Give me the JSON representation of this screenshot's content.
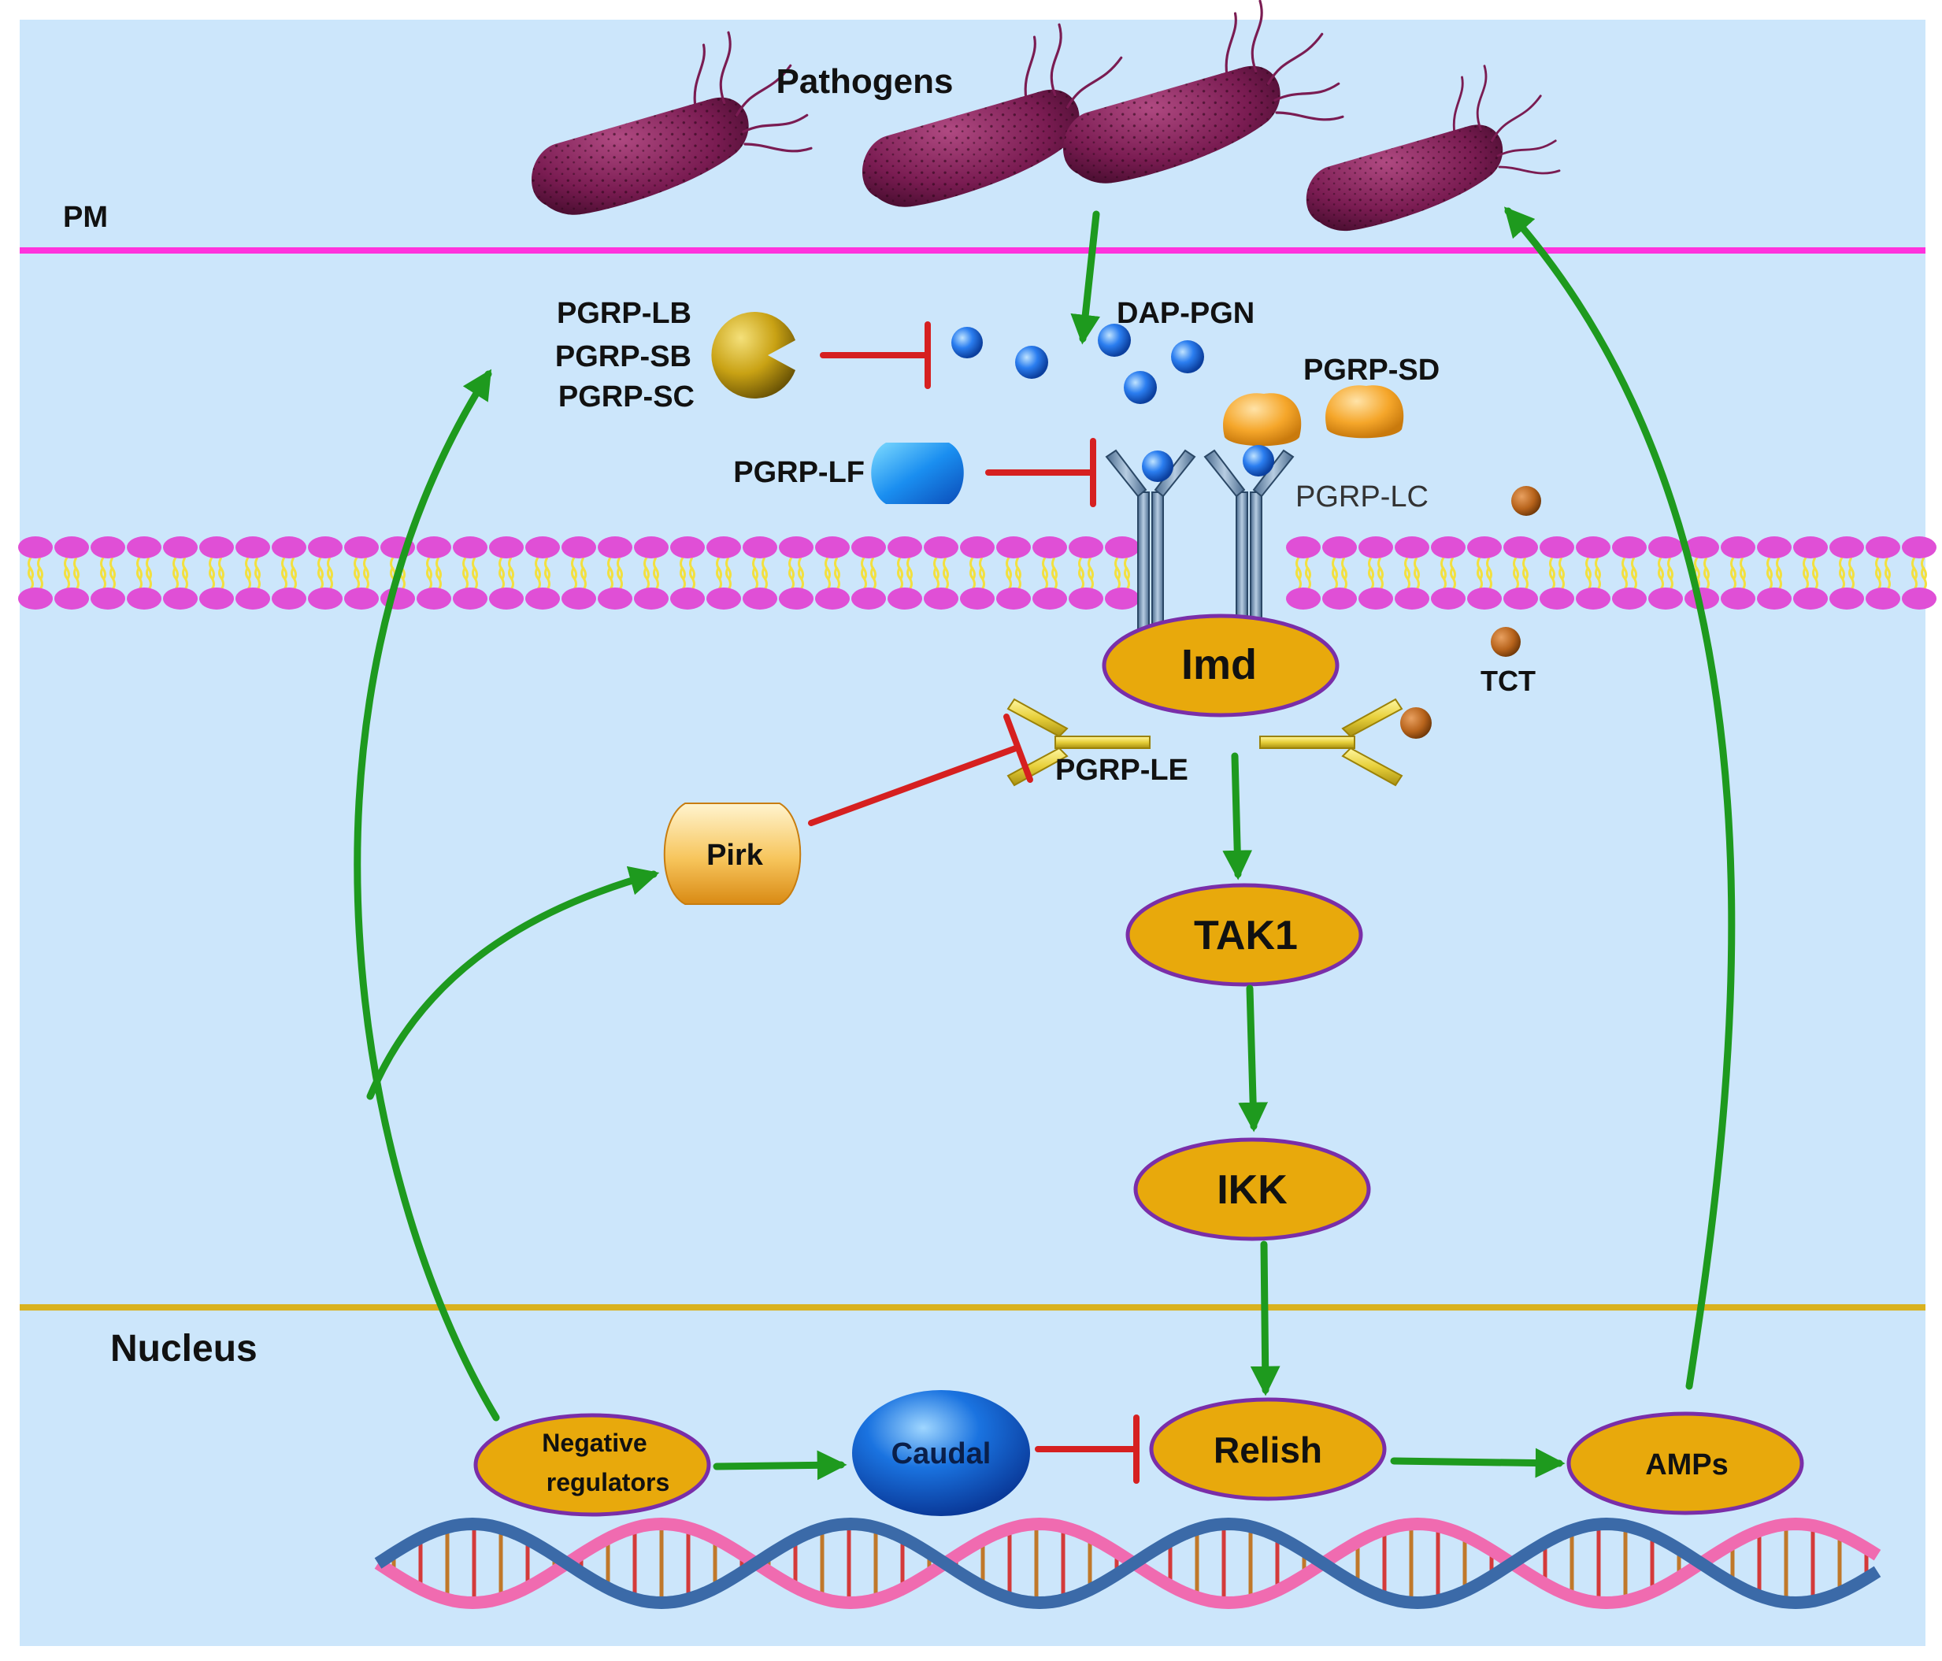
{
  "labels": {
    "pathogens": "Pathogens",
    "pm": "PM",
    "pgrp_lb": "PGRP-LB",
    "pgrp_sb": "PGRP-SB",
    "pgrp_sc": "PGRP-SC",
    "dap_pgn": "DAP-PGN",
    "pgrp_sd": "PGRP-SD",
    "pgrp_lf": "PGRP-LF",
    "pgrp_lc": "PGRP-LC",
    "imd": "Imd",
    "tct": "TCT",
    "pgrp_le": "PGRP-LE",
    "pirk": "Pirk",
    "tak1": "TAK1",
    "ikk": "IKK",
    "nucleus": "Nucleus",
    "negative_regulators_line1": "Negative",
    "negative_regulators_line2": "regulators",
    "caudal": "Caudal",
    "relish": "Relish",
    "amps": "AMPs"
  },
  "colors": {
    "background": "#cce6fb",
    "plasma_membrane_line": "#ff33dd",
    "nuclear_membrane_line": "#d9b21f",
    "lipid_head": "#e04fd6",
    "lipid_tail": "#f2e040",
    "node_fill": "#e8a90c",
    "node_stroke": "#7a2ea8",
    "activation_arrow": "#1e9a1e",
    "inhibition_line": "#d62020",
    "bacterium": "#7a1c52",
    "dap_pgn_ball": "#1f6fe0",
    "pgrp_sd": "#f2a527",
    "tct_ball": "#b8641c"
  }
}
